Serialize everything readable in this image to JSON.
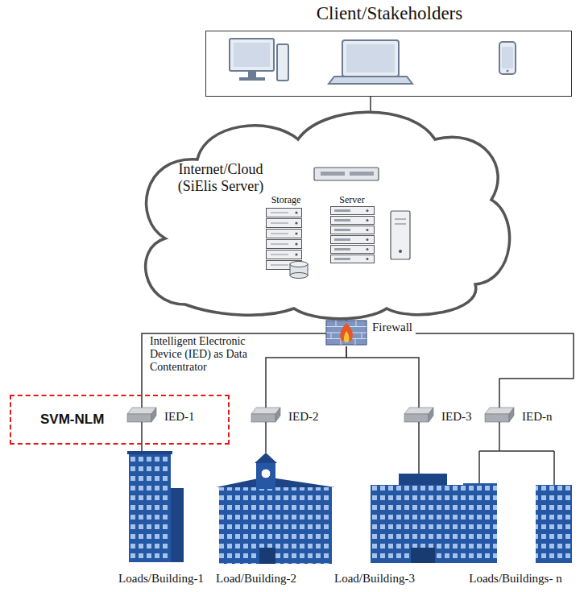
{
  "diagram": {
    "nodes": [
      {
        "text": [
          "Client/Stakeholders"
        ]
      },
      {
        "text": [
          "Internet/Cloud (SiElis Server)"
        ]
      },
      {
        "text": [
          "Firewall"
        ]
      },
      {
        "text": [
          "SVM-NLM"
        ]
      },
      {
        "text": [
          "IED-1"
        ],
        "in": 3
      },
      {
        "text": [
          "IED-2"
        ]
      },
      {
        "text": [
          "IED-3"
        ]
      },
      {
        "text": [
          "IED-n"
        ]
      },
      {
        "text": [
          "Loads/Building-1"
        ]
      },
      {
        "text": [
          "Load/Building-2"
        ]
      },
      {
        "text": [
          "Load/Building-3"
        ]
      },
      {
        "text": [
          "Loads/Buildings- n"
        ]
      }
    ],
    "edges": [
      {
        "from": 0,
        "to": 1,
        "arrow": "none"
      },
      {
        "from": 1,
        "to": 2,
        "arrow": "none"
      },
      {
        "from": 2,
        "to": 4,
        "arrow": "none"
      },
      {
        "from": 2,
        "to": 5,
        "arrow": "none"
      },
      {
        "from": 2,
        "to": 6,
        "arrow": "none"
      },
      {
        "from": 2,
        "to": 7,
        "arrow": "none"
      },
      {
        "from": 4,
        "to": 8,
        "arrow": "none"
      },
      {
        "from": 5,
        "to": 9,
        "arrow": "none"
      },
      {
        "from": 6,
        "to": 10,
        "arrow": "none"
      },
      {
        "from": 7,
        "to": 11,
        "arrow": "none"
      }
    ],
    "labels": [
      "Storage",
      "Server",
      "Intelligent Electronic Device (IED) as Data Contentrator"
    ]
  }
}
